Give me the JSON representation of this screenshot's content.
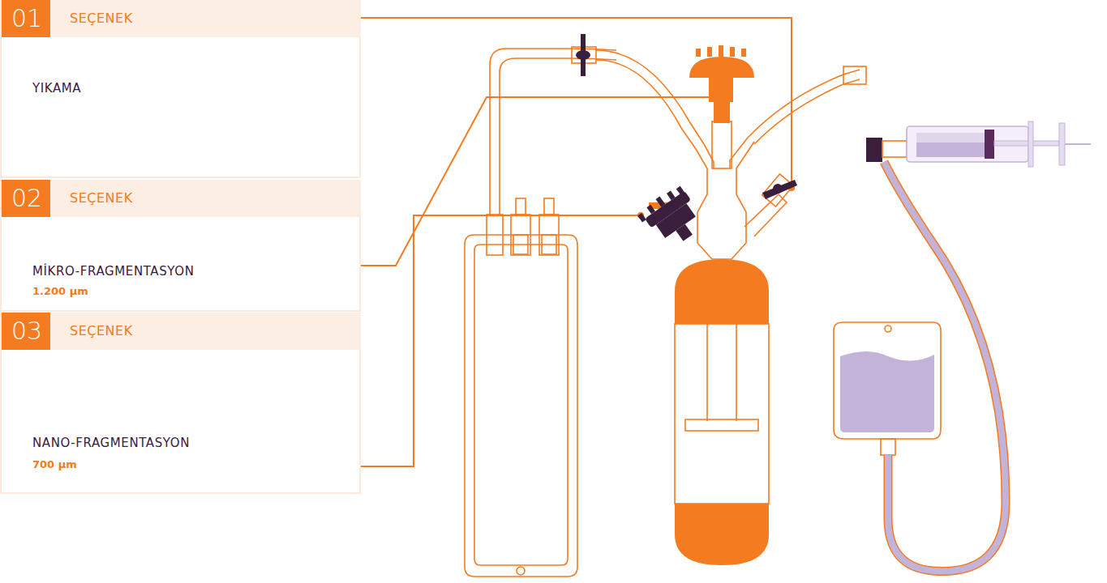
{
  "diagram": {
    "nodes": [
      {
        "text": [
          "01",
          "SEÇENEK",
          "YIKAMA"
        ]
      },
      {
        "text": [
          "02",
          "SEÇENEK",
          "MİKRO-FRAGMENTASYON",
          "1.200 µm"
        ]
      },
      {
        "text": [
          "03",
          "SEÇENEK",
          "NANO-FRAGMENTASYON",
          "700 µm"
        ]
      }
    ]
  }
}
